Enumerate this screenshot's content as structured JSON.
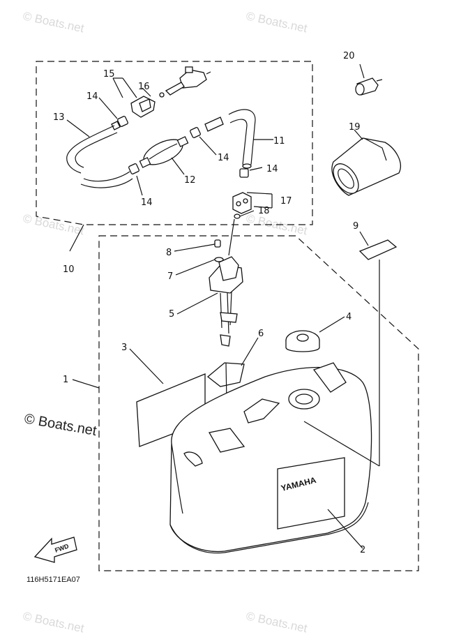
{
  "diagram_code": "116H5171EA07",
  "brand_mark": "YAMAHA",
  "fwd_label": "FWD",
  "watermark": {
    "site": "© Boats.net",
    "prominent": "© Boats.net"
  },
  "callouts": {
    "c1": "1",
    "c2": "2",
    "c3": "3",
    "c4": "4",
    "c5": "5",
    "c6": "6",
    "c7": "7",
    "c8": "8",
    "c9": "9",
    "c10": "10",
    "c11": "11",
    "c12": "12",
    "c13": "13",
    "c14a": "14",
    "c14b": "14",
    "c14c": "14",
    "c14d": "14",
    "c15": "15",
    "c16": "16",
    "c17": "17",
    "c18": "18",
    "c19": "19",
    "c20": "20"
  }
}
